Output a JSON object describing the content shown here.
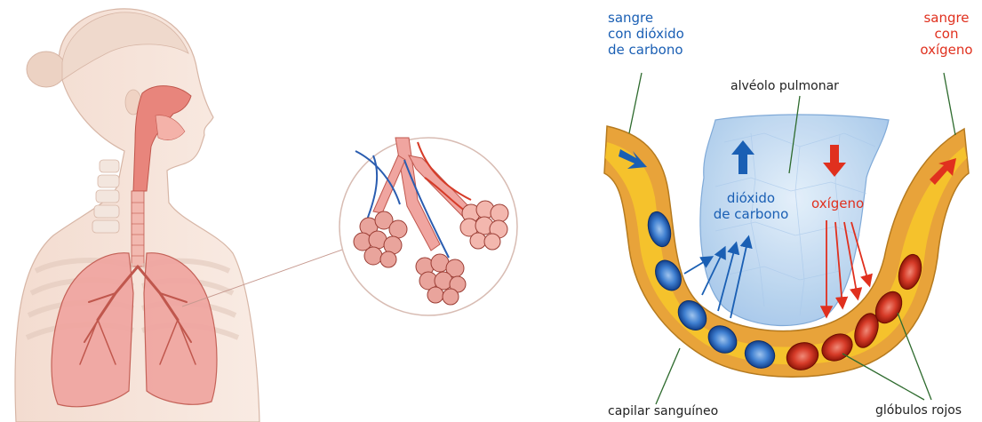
{
  "labels": {
    "blood_co2": [
      "sangre",
      "con dióxido",
      "de carbono"
    ],
    "blood_o2": [
      "sangre",
      "con",
      "oxígeno"
    ],
    "alveolus": "alvéolo pulmonar",
    "gas_co2": [
      "dióxido",
      "de carbono"
    ],
    "gas_o2": "oxígeno",
    "capillary": "capilar sanguíneo",
    "red_cells": "glóbulos rojos"
  },
  "colors": {
    "co2": "#1a5fb4",
    "o2": "#e0301e",
    "capillary_wall": "#e8a33a",
    "blood_plasma": "#f5c22c",
    "alveolus": "#bcd6f0",
    "lung": "#f0a5a0",
    "skin": "#f6e4da"
  }
}
